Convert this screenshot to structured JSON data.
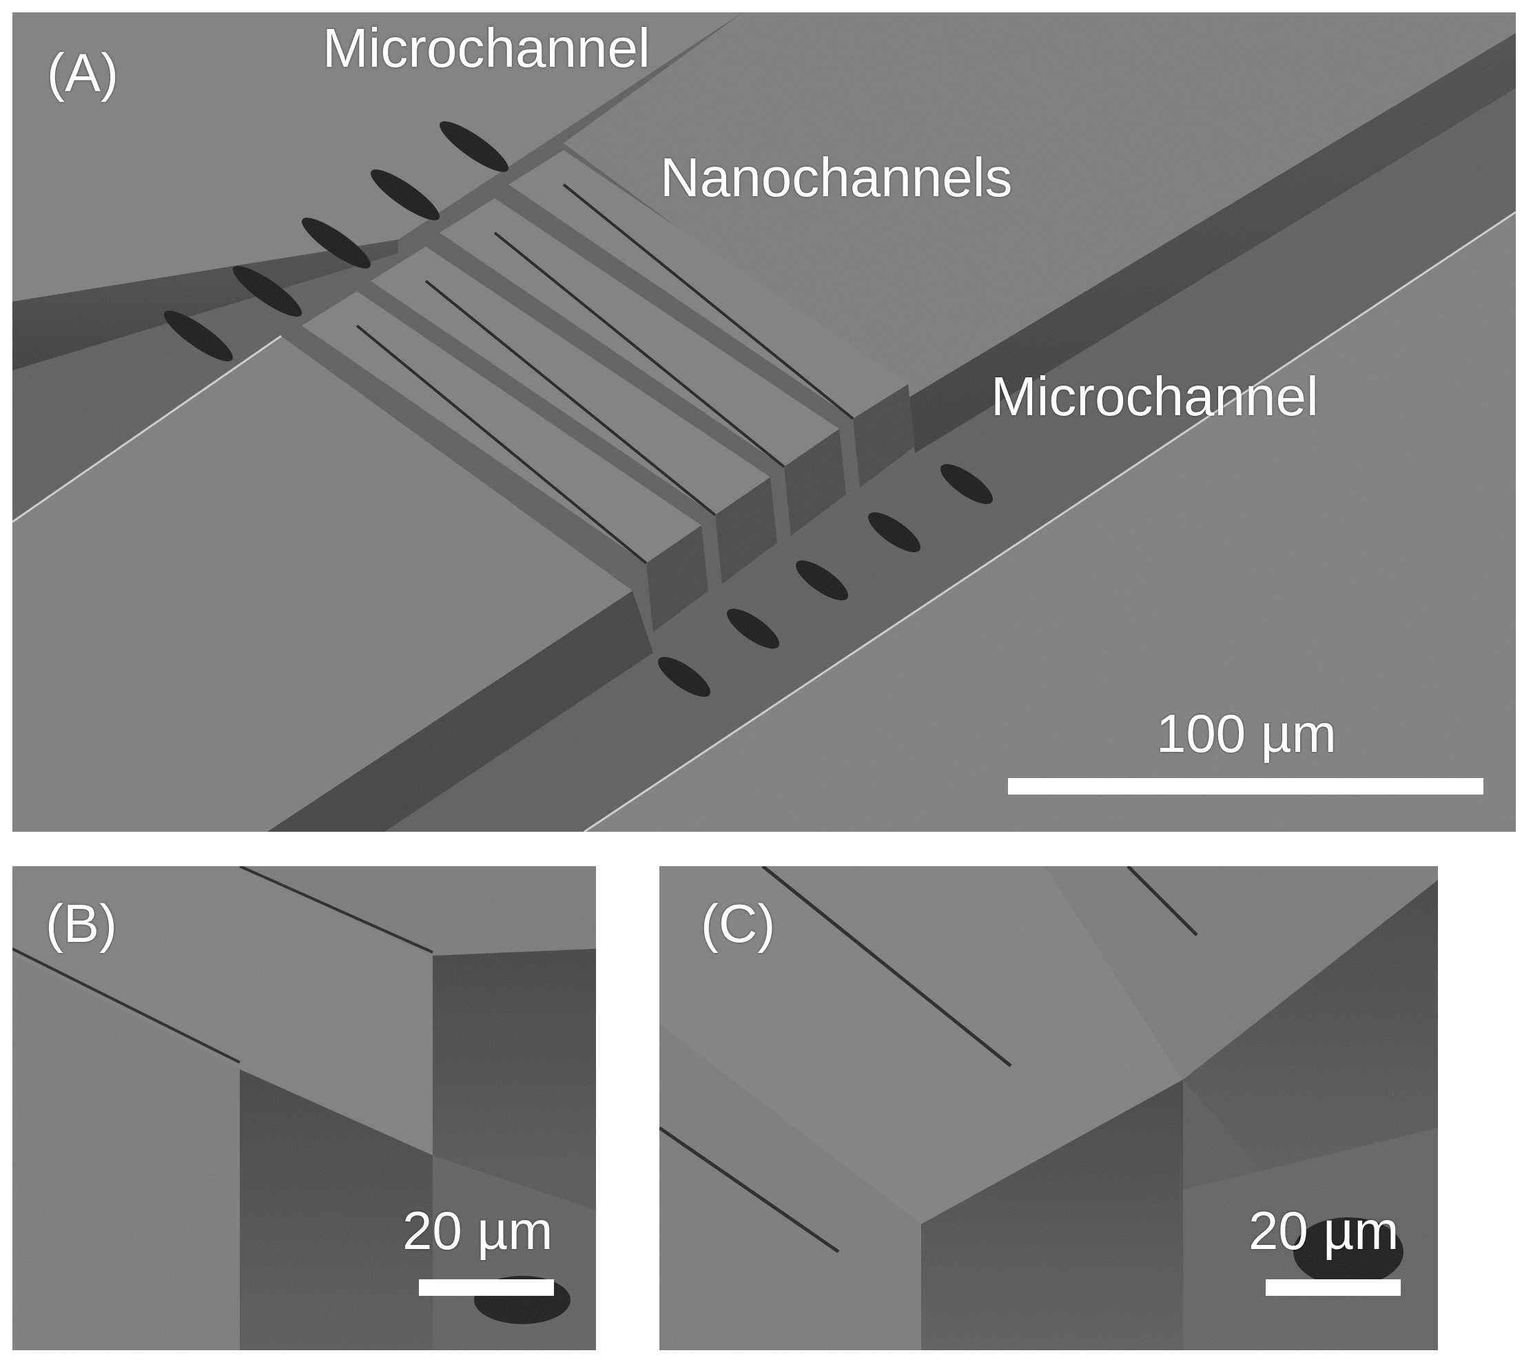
{
  "figure": {
    "panels": [
      {
        "letter": "(A)",
        "labels": {
          "top_microchannel": "Microchannel",
          "nanochannels": "Nanochannels",
          "right_microchannel": "Microchannel"
        },
        "scale_bar_text": "100 µm"
      },
      {
        "letter": "(B)",
        "scale_bar_text": "20 µm"
      },
      {
        "letter": "(C)",
        "scale_bar_text": "20 µm"
      }
    ]
  }
}
